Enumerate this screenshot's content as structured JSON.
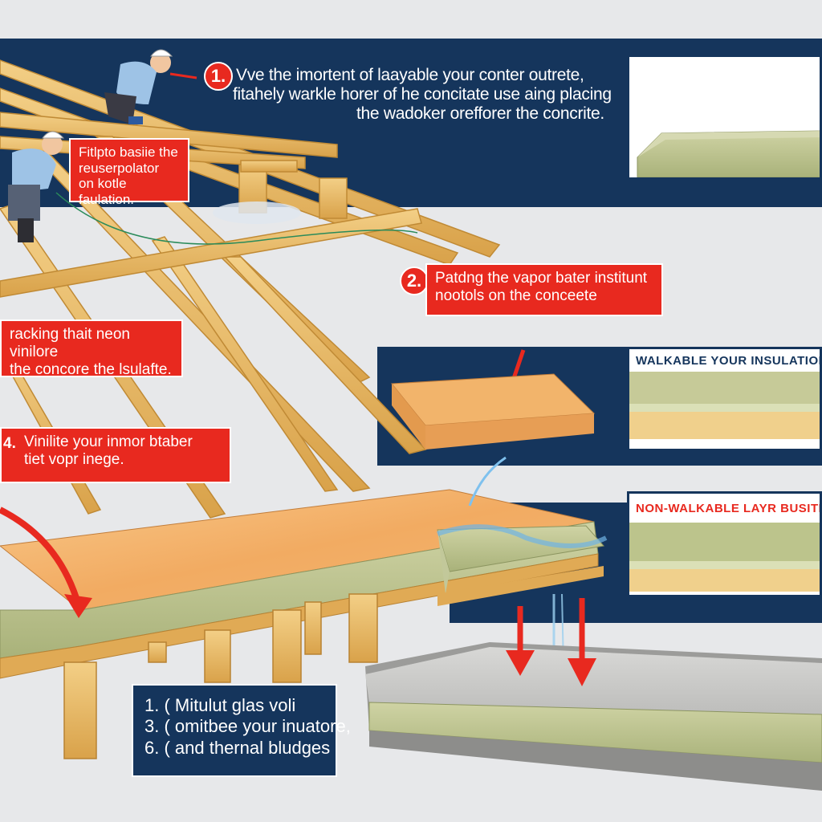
{
  "callouts": {
    "step1": {
      "badge": "1.",
      "line1": "Vve the imortent of laayable your conter outrete,",
      "line2": "fitahely warkle horer of he concitate use aing placing",
      "line3": "the wadoker orefforer the concrite."
    },
    "tip_top": {
      "line1": "Fitlpto basiie the",
      "line2": "reuserpolator",
      "line3": "on kotle faulation."
    },
    "step2": {
      "badge": "2.",
      "line1": "Patdng the vapor bater institunt",
      "line2": "nootols on the conceete"
    },
    "step3": {
      "line1": "racking thait neon vinilore",
      "line2": "the concore the lsulafte."
    },
    "step4": {
      "badge": "4.",
      "line1": "Vinilite your inmor btaber",
      "line2": "tiet vopr inege."
    }
  },
  "panels": {
    "walkable_title": "WALKABLE YOUR INSULATION",
    "non_walkable_title": "NON-WALKABLE LAYR BUSITIO"
  },
  "legend": {
    "items": [
      "1. ( Mitulut glas voli",
      "3. ( omitbee your inuatore,",
      "6. ( and thernal bludges"
    ]
  },
  "colors": {
    "navy": "#15355c",
    "red": "#e8291f",
    "wood": "#e2b25a",
    "insulation_green": "#b7bf8a",
    "insulation_orange": "#f0a856"
  }
}
